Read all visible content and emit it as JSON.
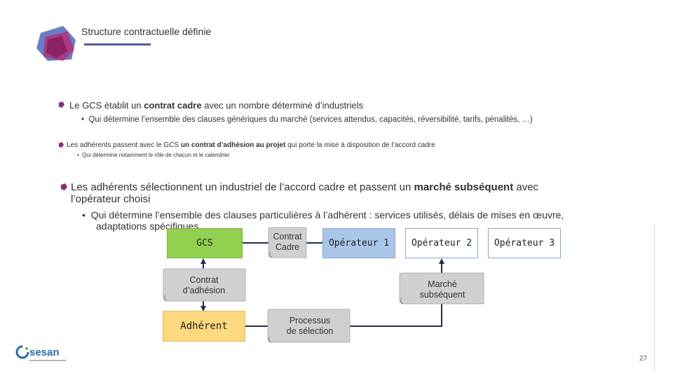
{
  "slide": {
    "title": "Structure contractuelle définie",
    "page_number": "27"
  },
  "bullets": {
    "b1": {
      "text_pre": "Le GCS établit un ",
      "text_bold": "contrat cadre",
      "text_post": " avec un nombre déterminé d’industriels",
      "sub": "Qui détermine l’ensemble des clauses génériques du marché (services attendus, capacités, réversibilité, tarifs, pénalités, …)"
    },
    "b2": {
      "text_pre": "Les adhérents passent avec le GCS ",
      "text_bold": "un contrat d’adhésion au projet",
      "text_post": " qui porte la mise à disposition de l’accord cadre",
      "sub": "Qui détermine notamment le rôle de chacun et le calendrier"
    },
    "b3": {
      "line1_pre": "Les adhérents sélectionnent un industriel de l’accord cadre et passent un ",
      "line1_bold": "marché subséquent",
      "line1_post": " avec",
      "line2": "l’opérateur choisi",
      "sub_line1": "Qui détermine l’ensemble des clauses particulières à l’adhérent : services utilisés, délais de mises en œuvre,",
      "sub_line2": "adaptations spécifiques"
    },
    "sub_marker": "•"
  },
  "diagram": {
    "gcs": "GCS",
    "contrat_cadre_1": "Contrat",
    "contrat_cadre_2": "Cadre",
    "operateur_1": "Opérateur 1",
    "operateur_2": "Opérateur 2",
    "operateur_3": "Opérateur 3",
    "contrat_adhesion_1": "Contrat",
    "contrat_adhesion_2": "d’adhésion",
    "marche_1": "Marché",
    "marche_2": "subséquent",
    "adherent": "Adhérent",
    "processus_1": "Processus",
    "processus_2": "de sélection"
  },
  "colors": {
    "green_box": "#92d050",
    "blue_box": "#a9c6e8",
    "yellow_box": "#ffd980",
    "grey_doc": "#d0d0d0",
    "line": "#1f2d4e",
    "bullet": "#8b2d6e"
  },
  "logo": {
    "name": "sesan-logo",
    "text": "sesan"
  }
}
